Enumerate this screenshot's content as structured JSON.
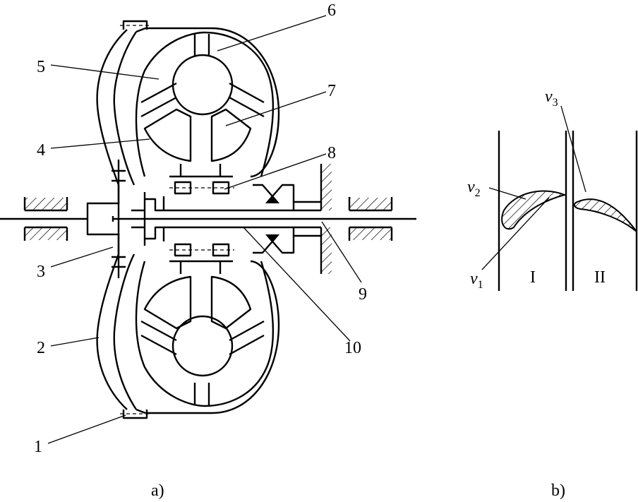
{
  "labels": [
    "1",
    "2",
    "3",
    "4",
    "5",
    "6",
    "7",
    "8",
    "9",
    "10"
  ],
  "captions": {
    "a": "a)",
    "b": "b)"
  },
  "velocity_labels": [
    {
      "base": "v",
      "sub": "1"
    },
    {
      "base": "v",
      "sub": "2"
    },
    {
      "base": "v",
      "sub": "3"
    }
  ],
  "sections": [
    "I",
    "II"
  ]
}
